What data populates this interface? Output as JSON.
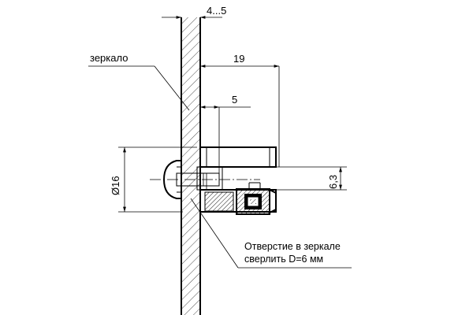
{
  "drawing": {
    "dimensions": {
      "glass_thickness": "4...5",
      "length_19": "19",
      "length_5": "5",
      "diameter": "Ø16",
      "height_6_3": "6,3"
    },
    "labels": {
      "mirror": "зеркало",
      "hole_line1": "Отверстие в зеркале",
      "hole_line2": "сверлить D=6 мм"
    }
  }
}
